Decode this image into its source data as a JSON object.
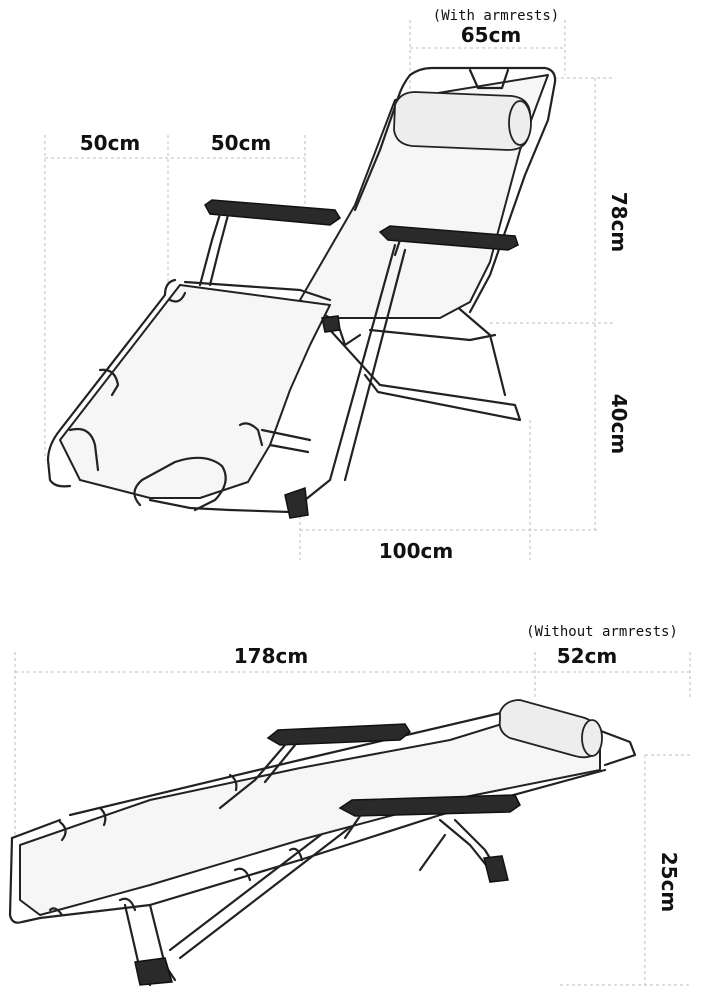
{
  "reclined_view": {
    "width_note": "(With armrests)",
    "width": "65cm",
    "seat_length": "50cm",
    "leg_length": "50cm",
    "back_height": "78cm",
    "seat_height": "40cm",
    "depth": "100cm"
  },
  "flat_view": {
    "width_note": "(Without armrests)",
    "width": "52cm",
    "length": "178cm",
    "height": "25cm"
  }
}
